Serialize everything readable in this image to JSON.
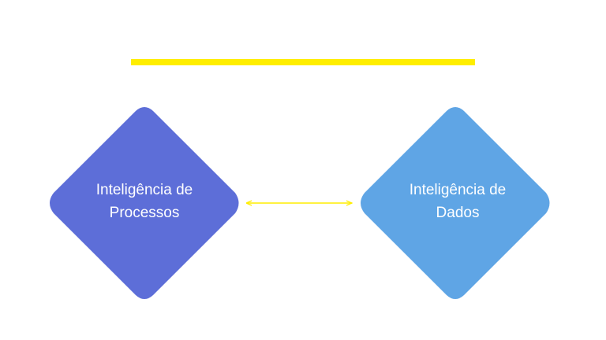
{
  "colors": {
    "accent_bar": "#ffee00",
    "connector": "#ffee00",
    "node_left": "#5d6ed8",
    "node_right": "#5fa5e5",
    "label_text": "#ffffff"
  },
  "nodes": [
    {
      "id": "processos",
      "shape": "diamond",
      "label_line1": "Inteligência de",
      "label_line2": "Processos"
    },
    {
      "id": "dados",
      "shape": "diamond",
      "label_line1": "Inteligência de",
      "label_line2": "Dados"
    }
  ],
  "connector": {
    "from": "processos",
    "to": "dados",
    "style": "double-arrow"
  }
}
